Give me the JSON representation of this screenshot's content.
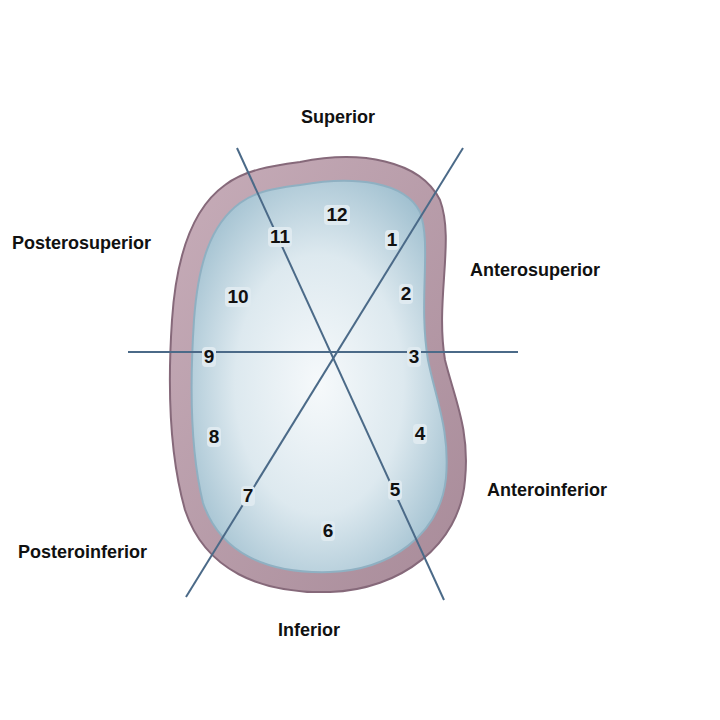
{
  "diagram": {
    "labels": [
      "Superior",
      "Posterosuperior",
      "12",
      "11",
      "1",
      "10",
      "Anterosuperior",
      "2",
      "9",
      "3",
      "8",
      "4",
      "5",
      "7",
      "Anteroinferior",
      "Posteroinferior",
      "6",
      "Inferior"
    ]
  }
}
